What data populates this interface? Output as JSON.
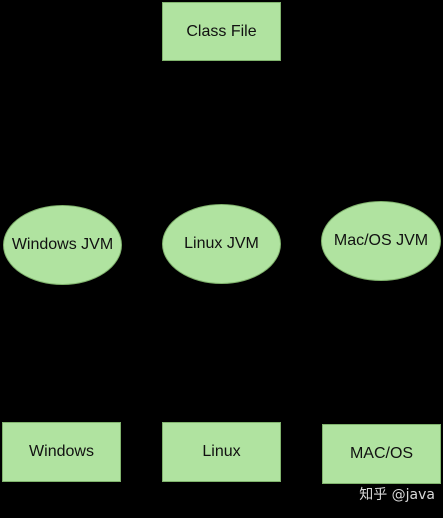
{
  "diagram": {
    "top_node": {
      "label": "Class File"
    },
    "jvm_nodes": [
      {
        "label": "Windows JVM"
      },
      {
        "label": "Linux JVM"
      },
      {
        "label": "Mac/OS JVM"
      }
    ],
    "os_nodes": [
      {
        "label": "Windows"
      },
      {
        "label": "Linux"
      },
      {
        "label": "MAC/OS"
      }
    ]
  },
  "watermark": {
    "text": "知乎 @java"
  },
  "colors": {
    "background": "#000000",
    "node_fill": "#b0e3a0",
    "node_border": "#80b36d"
  }
}
